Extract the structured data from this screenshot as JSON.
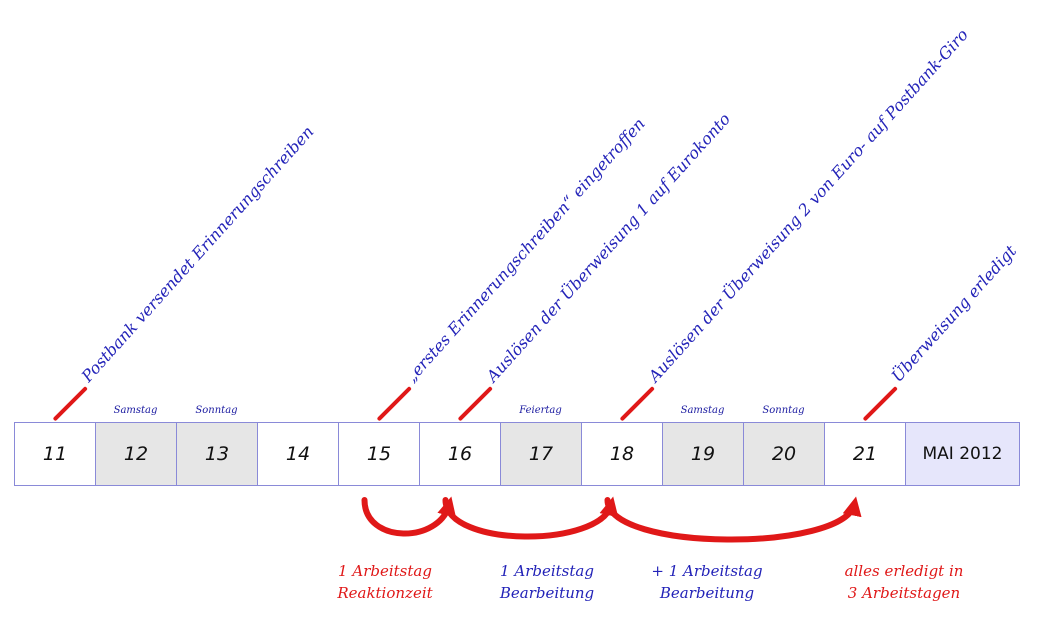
{
  "calendar": {
    "days": [
      {
        "day": "11",
        "weekend": false,
        "label": ""
      },
      {
        "day": "12",
        "weekend": true,
        "label": "Samstag"
      },
      {
        "day": "13",
        "weekend": true,
        "label": "Sonntag"
      },
      {
        "day": "14",
        "weekend": false,
        "label": ""
      },
      {
        "day": "15",
        "weekend": false,
        "label": ""
      },
      {
        "day": "16",
        "weekend": false,
        "label": ""
      },
      {
        "day": "17",
        "weekend": true,
        "label": "Feiertag"
      },
      {
        "day": "18",
        "weekend": false,
        "label": ""
      },
      {
        "day": "19",
        "weekend": true,
        "label": "Samstag"
      },
      {
        "day": "20",
        "weekend": true,
        "label": "Sonntag"
      },
      {
        "day": "21",
        "weekend": false,
        "label": ""
      }
    ],
    "month_label": "MAI 2012"
  },
  "events": [
    {
      "day": "11",
      "text": "Postbank versendet Erinnerungschreiben"
    },
    {
      "day": "15",
      "text": "„erstes Erinnerungschreiben“ eingetroffen"
    },
    {
      "day": "16",
      "text": "Auslösen der Überweisung 1 auf Eurokonto"
    },
    {
      "day": "18",
      "text": "Auslösen der Überweisung 2 von Euro- auf Postbank-Giro"
    },
    {
      "day": "21",
      "text": "Überweisung erledigt"
    }
  ],
  "durations": [
    {
      "from": "15",
      "to": "16",
      "line1": "1 Arbeitstag",
      "line2": "Reaktionzeit",
      "color": "#e01818"
    },
    {
      "from": "16",
      "to": "18",
      "line1": "1 Arbeitstag",
      "line2": "Bearbeitung",
      "color": "#2323b8"
    },
    {
      "from": "18",
      "to": "21",
      "line1": "+ 1 Arbeitstag",
      "line2": "Bearbeitung",
      "color": "#2323b8"
    },
    {
      "from": "",
      "to": "",
      "line1": "alles erledigt in",
      "line2": "3 Arbeitstagen",
      "color": "#e01818"
    }
  ],
  "colors": {
    "accent": "#e01818",
    "text_blue": "#2323b8",
    "weekend": "#e6e6e6",
    "month": "#e6e6fb"
  }
}
